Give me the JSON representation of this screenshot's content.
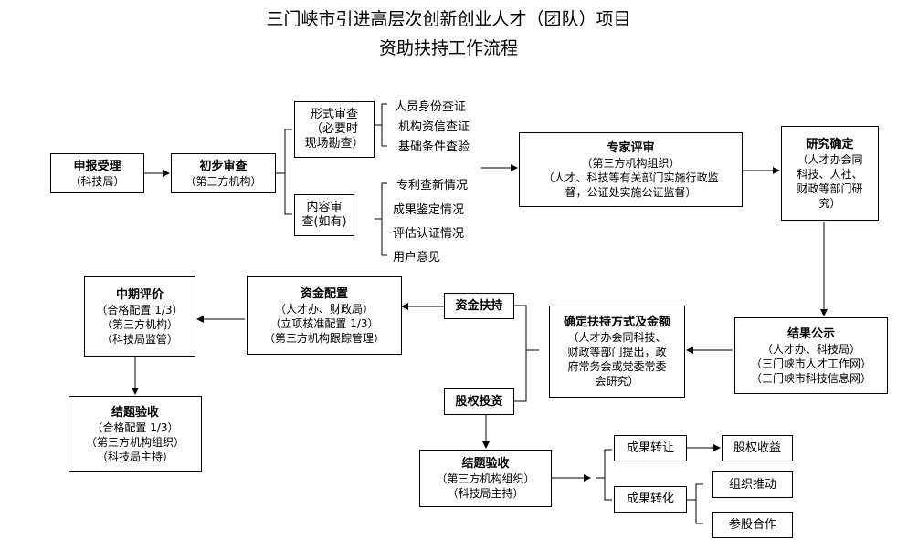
{
  "title": {
    "line1": "三门峡市引进高层次创新创业人才（团队）项目",
    "line2": "资助扶持工作流程"
  },
  "nodes": {
    "shenbao": {
      "heading": "申报受理",
      "lines": [
        "（科技局）"
      ]
    },
    "chubu": {
      "heading": "初步审查",
      "lines": [
        "（第三方机构）"
      ]
    },
    "xingshi": {
      "lines": [
        "形式审查",
        "（必要时",
        "现场勘查）"
      ]
    },
    "neirong": {
      "lines": [
        "内容审",
        "查(如有)"
      ]
    },
    "zhuanjia": {
      "heading": "专家评审",
      "lines": [
        "（第三方机构组织）",
        "（人才、科技等有关部门实施行政监",
        "督，公证处实施公证监督）"
      ]
    },
    "yanjiu": {
      "heading": "研究确定",
      "lines": [
        "（人才办会同",
        "科技、人社、",
        "财政等部门研",
        "究）"
      ]
    },
    "jieguo": {
      "heading": "结果公示",
      "lines": [
        "（人才办、科技局）",
        "（三门峡市人才工作网）",
        "（三门峡市科技信息网）"
      ]
    },
    "queding": {
      "heading": "确定扶持方式及金额",
      "lines": [
        "（人才办会同科技、",
        "财政等部门提出，政",
        "府常务会或党委常委",
        "会研究）"
      ]
    },
    "zijinfuchi": {
      "heading": "资金扶持"
    },
    "guquan": {
      "heading": "股权投资"
    },
    "zijinpeizhi": {
      "heading": "资金配置",
      "lines": [
        "（人才办、财政局）",
        "（立项核准配置 1/3）",
        "（第三方机构跟踪管理）"
      ]
    },
    "zhongqi": {
      "heading": "中期评价",
      "lines": [
        "（合格配置 1/3）",
        "（第三方机构）",
        "（科技局监管）"
      ]
    },
    "jieti_left": {
      "heading": "结题验收",
      "lines": [
        "（合格配置 1/3）",
        "（第三方机构组织）",
        "（科技局主持）"
      ]
    },
    "jieti_right": {
      "heading": "结题验收",
      "lines": [
        "（第三方机构组织）",
        "（科技局主持）"
      ]
    },
    "zhuanrang": {
      "lines": [
        "成果转让"
      ]
    },
    "zhuanhua": {
      "lines": [
        "成果转化"
      ]
    },
    "guquanshouyi": {
      "lines": [
        "股权收益"
      ]
    },
    "zuzhi": {
      "lines": [
        "组织推动"
      ]
    },
    "cangu": {
      "lines": [
        "参股合作"
      ]
    }
  },
  "labels": {
    "xingshi_items": [
      "人员身份查证",
      "机构资信查证",
      "基础条件查验"
    ],
    "neirong_items": [
      "专利查新情况",
      "成果鉴定情况",
      "评估认证情况",
      "用户意见"
    ]
  }
}
